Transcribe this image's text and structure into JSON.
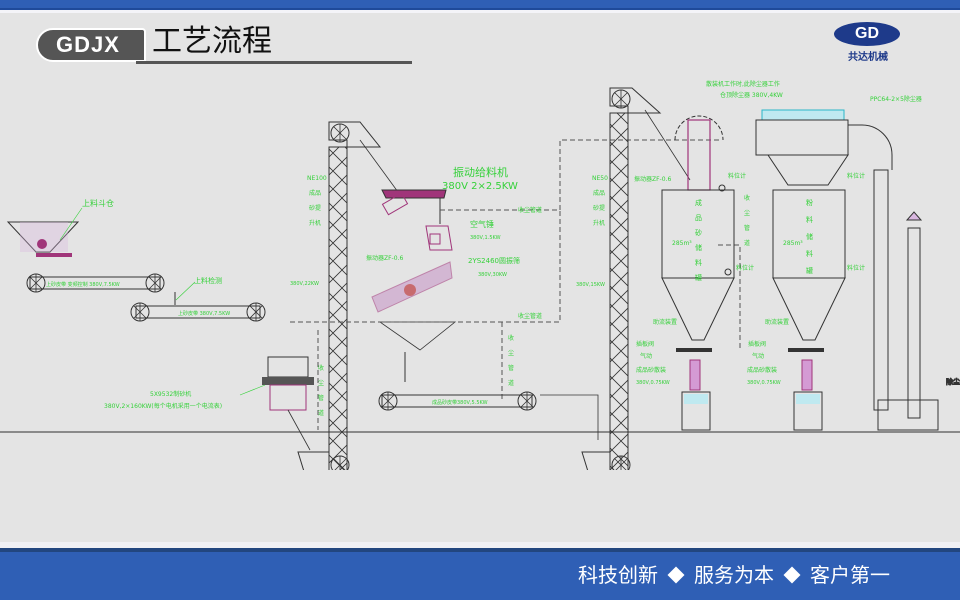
{
  "header": {
    "brand_badge": "GDJX",
    "title": "工艺流程",
    "logo": {
      "glyph": "GD",
      "company_name": "共达机械",
      "color": "#1e3a8a"
    }
  },
  "colors": {
    "accent_blue": "#2f5fb5",
    "label_green": "#35d13a",
    "equipment_magenta": "#a0357a",
    "line_dark": "#333333"
  },
  "diagram": {
    "labels": {
      "feed_hopper": "上料斗仓",
      "conveyor_1": "上砂皮带 变频控制 380V,7.5KW",
      "metal_detector": "上料检测",
      "conveyor_2": "上砂皮带 380V,7.5KW",
      "elevator_1_name": [
        "NE100",
        "成品",
        "砂提",
        "升机"
      ],
      "elevator_1_power": "380V,22KW",
      "vibrating_feeder": "振动给料机",
      "vibrating_feeder_power": "380V 2×2.5KW",
      "dust_pipe_top": "收尘管道",
      "air_valve": "空气锤",
      "air_valve_power": "380V,1.5KW",
      "vibrator_1": "振动器ZF-0.6",
      "screen": "2YS2460圆振筛",
      "screen_power": "380V,30KW",
      "dust_pipe_mid": "收尘管道",
      "dust_pipe_vert_1": [
        "收",
        "尘",
        "管",
        "道"
      ],
      "dust_pipe_vert_2": [
        "收",
        "尘",
        "管",
        "道"
      ],
      "sand_maker": "5X9532制砂机",
      "sand_maker_power": "380V,2×160KW(每个电机采用一个电流表)",
      "product_conveyor": "成品砂皮带380V,5.5KW",
      "elevator_2_name": [
        "NE50",
        "成品",
        "砂提",
        "升机"
      ],
      "elevator_2_power": "380V,15KW",
      "vibrator_2": "振动器ZF-0.6",
      "dust_note_1": "散装机工作时,此除尘器工作",
      "dust_note_2": "仓顶除尘器 380V,4KW",
      "level_gauge": "料位计",
      "silo_1_name": [
        "成",
        "品",
        "砂",
        "储",
        "料",
        "罐"
      ],
      "silo_1_volume": "285m³",
      "dust_pipe_vert_3": [
        "收",
        "尘",
        "管",
        "道"
      ],
      "silo_2_name": [
        "粉",
        "料",
        "储",
        "料",
        "罐"
      ],
      "silo_2_volume": "285m³",
      "bag_filter": "PPC64-2×5除尘器",
      "flow_aid_1": "助流装置",
      "flow_aid_2": "助流装置",
      "gate_valve_1": [
        "插板阀",
        "气动"
      ],
      "gate_valve_2": [
        "插板阀",
        "气动"
      ],
      "bulk_loader_1": "成品砂散装",
      "bulk_loader_1_power": "380V,0.75KW",
      "bulk_loader_2": "成品砂散装",
      "bulk_loader_2_power": "380V,0.75KW",
      "fan_partial": "除尘"
    }
  },
  "footer": {
    "slogan": [
      "科技创新",
      "服务为本",
      "客户第一"
    ]
  }
}
